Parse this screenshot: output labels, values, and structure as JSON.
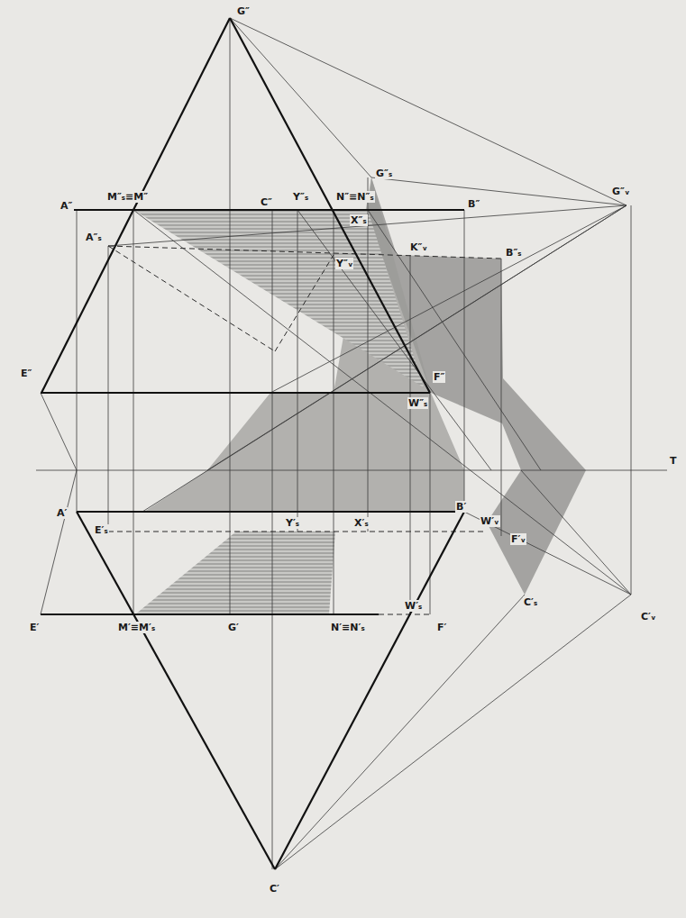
{
  "diagram": {
    "labels": [
      "G″",
      "A″",
      "M″ₛ≡M″",
      "C″",
      "Y″ₛ",
      "N″≡N″ₛ",
      "G″ₛ",
      "X″ₛ",
      "B″",
      "G″ᵥ",
      "A″ₛ",
      "Y″ᵥ",
      "K″ᵥ",
      "B″ₛ",
      "E″",
      "F″",
      "W″ₛ",
      "T",
      "A′",
      "E′ₛ",
      "Y′ₛ",
      "X′ₛ",
      "B′",
      "W′ᵥ",
      "F′ᵥ",
      "E′",
      "M′≡M′ₛ",
      "G′",
      "N′≡N′ₛ",
      "W′ₛ",
      "F′",
      "C′ₛ",
      "C′ᵥ",
      "C′"
    ]
  }
}
